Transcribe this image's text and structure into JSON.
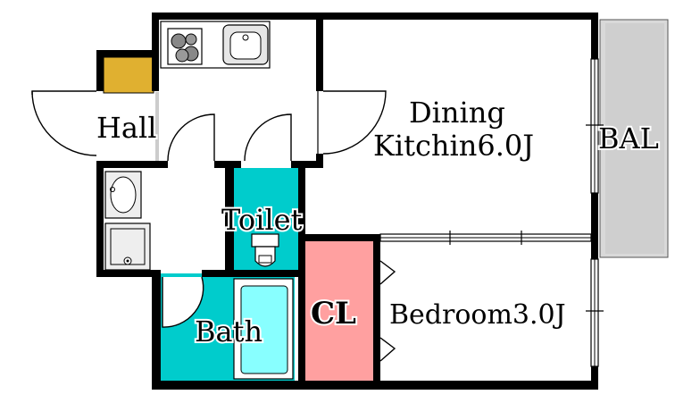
{
  "plan": {
    "rooms": {
      "hall": "Hall",
      "dining_kitchen_1": "Dining",
      "dining_kitchen_2": "Kitchin6.0J",
      "balcony": "BAL",
      "toilet": "Toilet",
      "bath": "Bath",
      "closet": "CL",
      "bedroom": "Bedroom3.0J"
    },
    "colors": {
      "wall": "#000000",
      "bath": "#00cccc",
      "toilet": "#00cccc",
      "closet": "#ffa0a0",
      "tub": "#88ffff",
      "shoe_box": "#e0b030",
      "balcony": "#d8d8d8"
    },
    "fixtures": [
      "stove-icon",
      "sink-icon",
      "washbasin-icon",
      "washer-icon",
      "toilet-icon",
      "bathtub-icon"
    ]
  }
}
